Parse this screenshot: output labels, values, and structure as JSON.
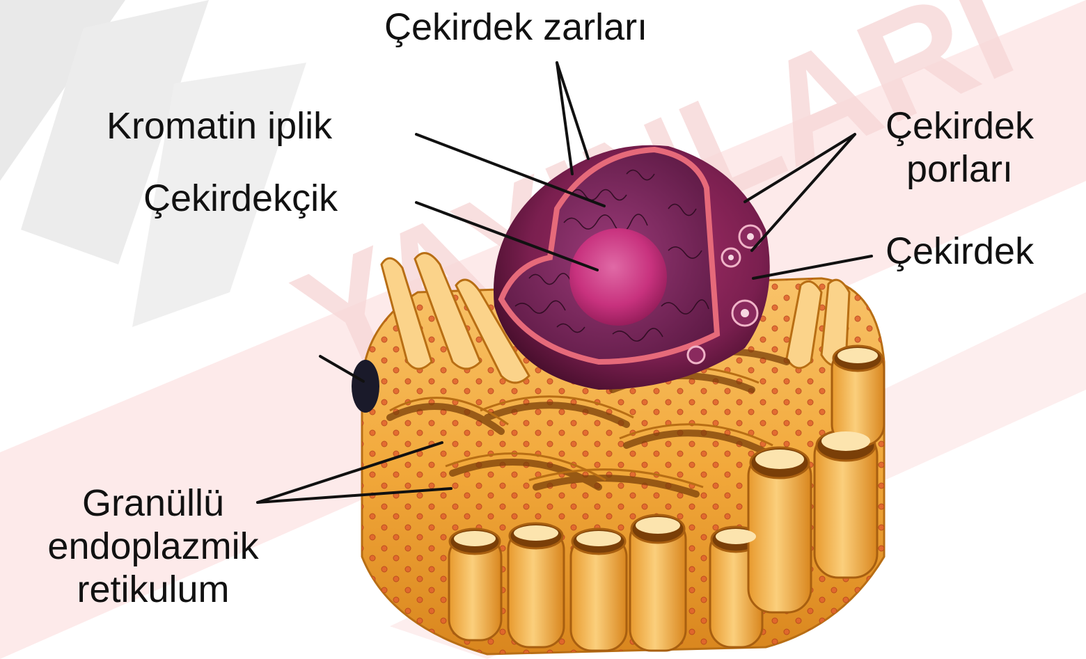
{
  "diagram": {
    "labels": {
      "nuclear_membranes": "Çekirdek zarları",
      "chromatin": "Kromatin iplik",
      "nucleolus": "Çekirdekçik",
      "nuclear_pores_line1": "Çekirdek",
      "nuclear_pores_line2": "porları",
      "nucleus": "Çekirdek",
      "rer_line1": "Granüllü",
      "rer_line2": "endoplazmik",
      "rer_line3": "retikulum"
    },
    "watermark": "YAYINLARI",
    "colors": {
      "nucleus": "#7a1f4f",
      "nucleolus": "#c8327e",
      "er": "#f2a93b",
      "ribosome": "#d9542c",
      "leader": "#111111",
      "watermark_gray": "#e6e6e6",
      "watermark_red": "#fbe1e1"
    }
  }
}
